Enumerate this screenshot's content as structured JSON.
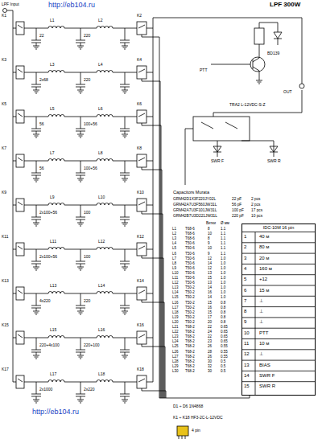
{
  "diagram": {
    "title": "LPF 300W",
    "nodes": [
      {
        "text": [
          "IDC-10M 16 pin"
        ]
      }
    ],
    "labels": [
      "http://eb104.ru",
      "LPF Input",
      "K1",
      "K2",
      "K3",
      "K4",
      "K5",
      "K6",
      "K7",
      "K8",
      "K9",
      "K10",
      "K11",
      "K12",
      "K13",
      "K14",
      "K15",
      "K16",
      "K17",
      "K18",
      "L1",
      "L2",
      "22",
      "220",
      "L3",
      "L4",
      "2x68",
      "220",
      "L5",
      "L6",
      "56",
      "100+56",
      "L7",
      "L8",
      "56",
      "100+56",
      "L9",
      "L10",
      "2x100+56",
      "100",
      "L11",
      "L12",
      "2x100+56",
      "100",
      "L13",
      "L14",
      "4x220",
      "220",
      "L15",
      "L16",
      "220+4x100",
      "220+100",
      "L17",
      "L18",
      "2x1000",
      "2x220",
      "PTT",
      "BD139",
      "OUT",
      "TRA2 L-12VDC-S-Z",
      "SWR F",
      "SWR R",
      "Capacitors Murata",
      "GRM42D1X3F220JY02L",
      "22 pF",
      "2 pcs",
      "GRM42A7U3F560JW31L",
      "56 pF",
      "2 pcs",
      "GRM42A7U3F101JW31L",
      "100 pF",
      "17 pcs",
      "GRM42B7U3D221JW31L",
      "220 pF",
      "10 pcs",
      "Витки",
      "Ø мм",
      "L1",
      "T68-6",
      "8",
      "1.1",
      "L2",
      "T68-6",
      "10",
      "1.1",
      "L3",
      "T68-6",
      "8",
      "1.1",
      "L4",
      "T50-6",
      "9",
      "1.1",
      "L5",
      "T50-6",
      "10",
      "1.1",
      "L6",
      "T50-6",
      "9",
      "1.1",
      "L7",
      "T50-6",
      "12",
      "1.0",
      "L8",
      "T50-6",
      "14",
      "1.0",
      "L9",
      "T50-6",
      "12",
      "1.0",
      "L10",
      "T50-6",
      "13",
      "1.0",
      "L11",
      "T50-6",
      "15",
      "1.0",
      "L12",
      "T50-6",
      "13",
      "1.0",
      "L13",
      "T50-2",
      "14",
      "1.0",
      "L14",
      "T50-2",
      "16",
      "1.0",
      "L15",
      "T50-2",
      "14",
      "1.0",
      "L16",
      "T50-2",
      "15",
      "0.8",
      "L17",
      "T50-2",
      "16",
      "0.8",
      "L18",
      "T50-2",
      "15",
      "0.8",
      "L19",
      "T50-2",
      "17",
      "0.8",
      "L20",
      "T50-2",
      "20",
      "0.8",
      "L21",
      "T68-2",
      "22",
      "0.65",
      "L22",
      "T68-2",
      "24",
      "0.65",
      "L23",
      "T68-2",
      "22",
      "0.65",
      "L24",
      "T68-2",
      "23",
      "0.65",
      "L25",
      "T68-2",
      "26",
      "0.55",
      "L26",
      "T68-2",
      "28",
      "0.55",
      "L27",
      "T68-2",
      "26",
      "0.55",
      "L28",
      "T68-2",
      "30",
      "0.5",
      "L29",
      "T68-2",
      "32",
      "0.5",
      "L30",
      "T68-2",
      "30",
      "0.5",
      "1",
      "40 м",
      "2",
      "80 м",
      "3",
      "20 м",
      "4",
      "160 м",
      "5",
      "+12",
      "6",
      "15 м",
      "7",
      "⊥",
      "8",
      "⊥",
      "9",
      "⊥",
      "10",
      "PTT",
      "11",
      "10 м",
      "12",
      "⊥",
      "13",
      "BIAS",
      "14",
      "SWR F",
      "15",
      "SWR R",
      "D1 ÷ D6 1N4868",
      "K1 ÷ K18 HF3-2C-L-12VDC",
      "4 pin",
      "http://eb104.ru"
    ]
  }
}
